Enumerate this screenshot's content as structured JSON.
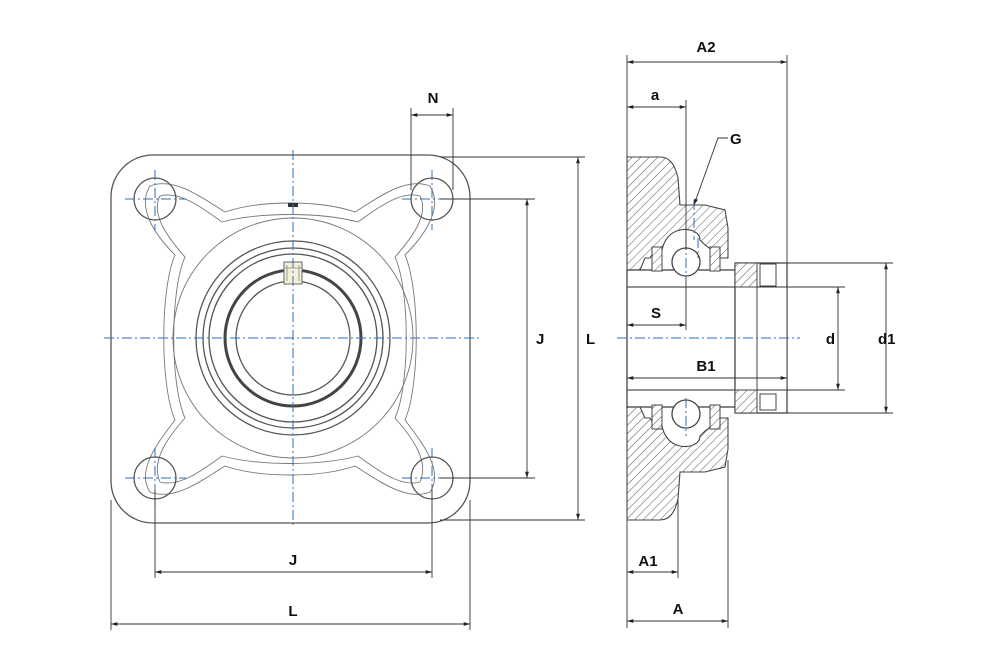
{
  "front_view": {
    "dimensions": {
      "n": "N",
      "j_vertical": "J",
      "l_vertical": "L",
      "j_horizontal": "J",
      "l_horizontal": "L"
    }
  },
  "side_view": {
    "dimensions": {
      "a2": "A2",
      "a_small": "a",
      "g": "G",
      "s": "S",
      "b1": "B1",
      "d": "d",
      "d1": "d1",
      "a1": "A1",
      "a": "A"
    }
  },
  "colors": {
    "centerline": "#2f6fb5",
    "outline": "#555555",
    "hatch": "#444444"
  }
}
